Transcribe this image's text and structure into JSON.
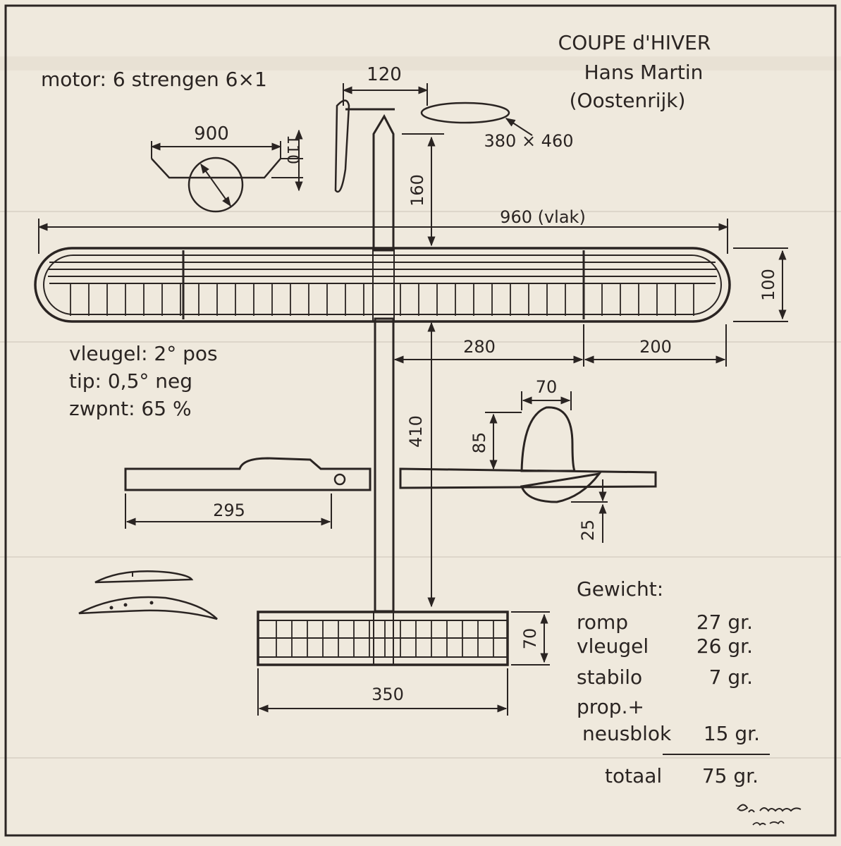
{
  "title": "COUPE d'HIVER",
  "designer": "Hans Martin",
  "country": "(Oostenrijk)",
  "motor_note": "motor: 6 strengen 6×1",
  "wing_notes": {
    "incidence": "vleugel: 2° pos",
    "tip": "tip: 0,5° neg",
    "cg": "zwpnt: 65 %"
  },
  "dimensions": {
    "prop_diameter": "900",
    "prop_offset": "110",
    "prop_width": "120",
    "prop_blade": "380 × 460",
    "nose_length": "160",
    "wing_span": "960 (vlak)",
    "wing_chord": "100",
    "wing_center_panel": "280",
    "wing_tip_panel": "200",
    "fin_chord": "70",
    "fin_height": "85",
    "fuselage_length": "410",
    "side_length": "295",
    "fin_below": "25",
    "stab_chord": "70",
    "stab_span": "350"
  },
  "weights": {
    "heading": "Gewicht:",
    "rows": [
      {
        "label": "romp",
        "value": "27 gr."
      },
      {
        "label": "vleugel",
        "value": "26 gr."
      },
      {
        "label": "stabilo",
        "value": "7 gr."
      },
      {
        "label": "prop.+",
        "value": ""
      },
      {
        "label": "neusblok",
        "value": "15 gr."
      }
    ],
    "total_label": "totaal",
    "total_value": "75 gr."
  },
  "signature": "B. v. Reeuwen aug '70",
  "colors": {
    "paper": "#efe9dd",
    "ink": "#2a2422",
    "bleed": "#b9b2a6"
  }
}
